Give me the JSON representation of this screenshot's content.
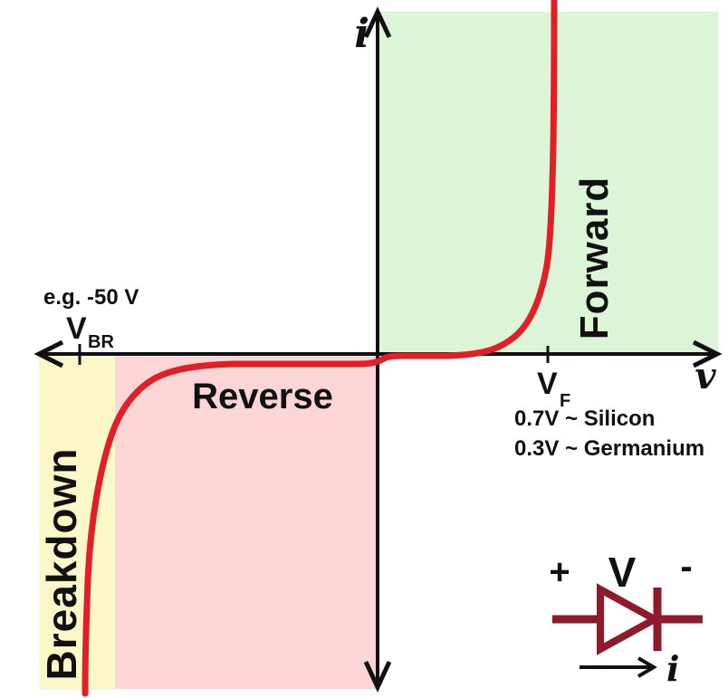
{
  "figure": {
    "y_axis_label": "i",
    "x_axis_label": "v",
    "regions": {
      "forward": "Forward",
      "reverse": "Reverse",
      "breakdown": "Breakdown"
    },
    "breakdown_annotation": {
      "example": "e.g. -50 V",
      "symbol_base": "V",
      "symbol_sub": "BR"
    },
    "forward_annotation": {
      "symbol_base": "V",
      "symbol_sub": "F",
      "notes": [
        "0.7V ~ Silicon",
        "0.3V ~ Germanium"
      ]
    },
    "colors": {
      "forward_region": "#dcf5d7",
      "reverse_region": "#fcd5d7",
      "breakdown_region": "#fbf7c8",
      "curve": "#e01f26",
      "axis": "#111111",
      "diode": "#8e1a2b"
    }
  },
  "diode_symbol": {
    "plus_label": "+",
    "voltage_label": "V",
    "minus_label": "-",
    "current_label": "i"
  }
}
